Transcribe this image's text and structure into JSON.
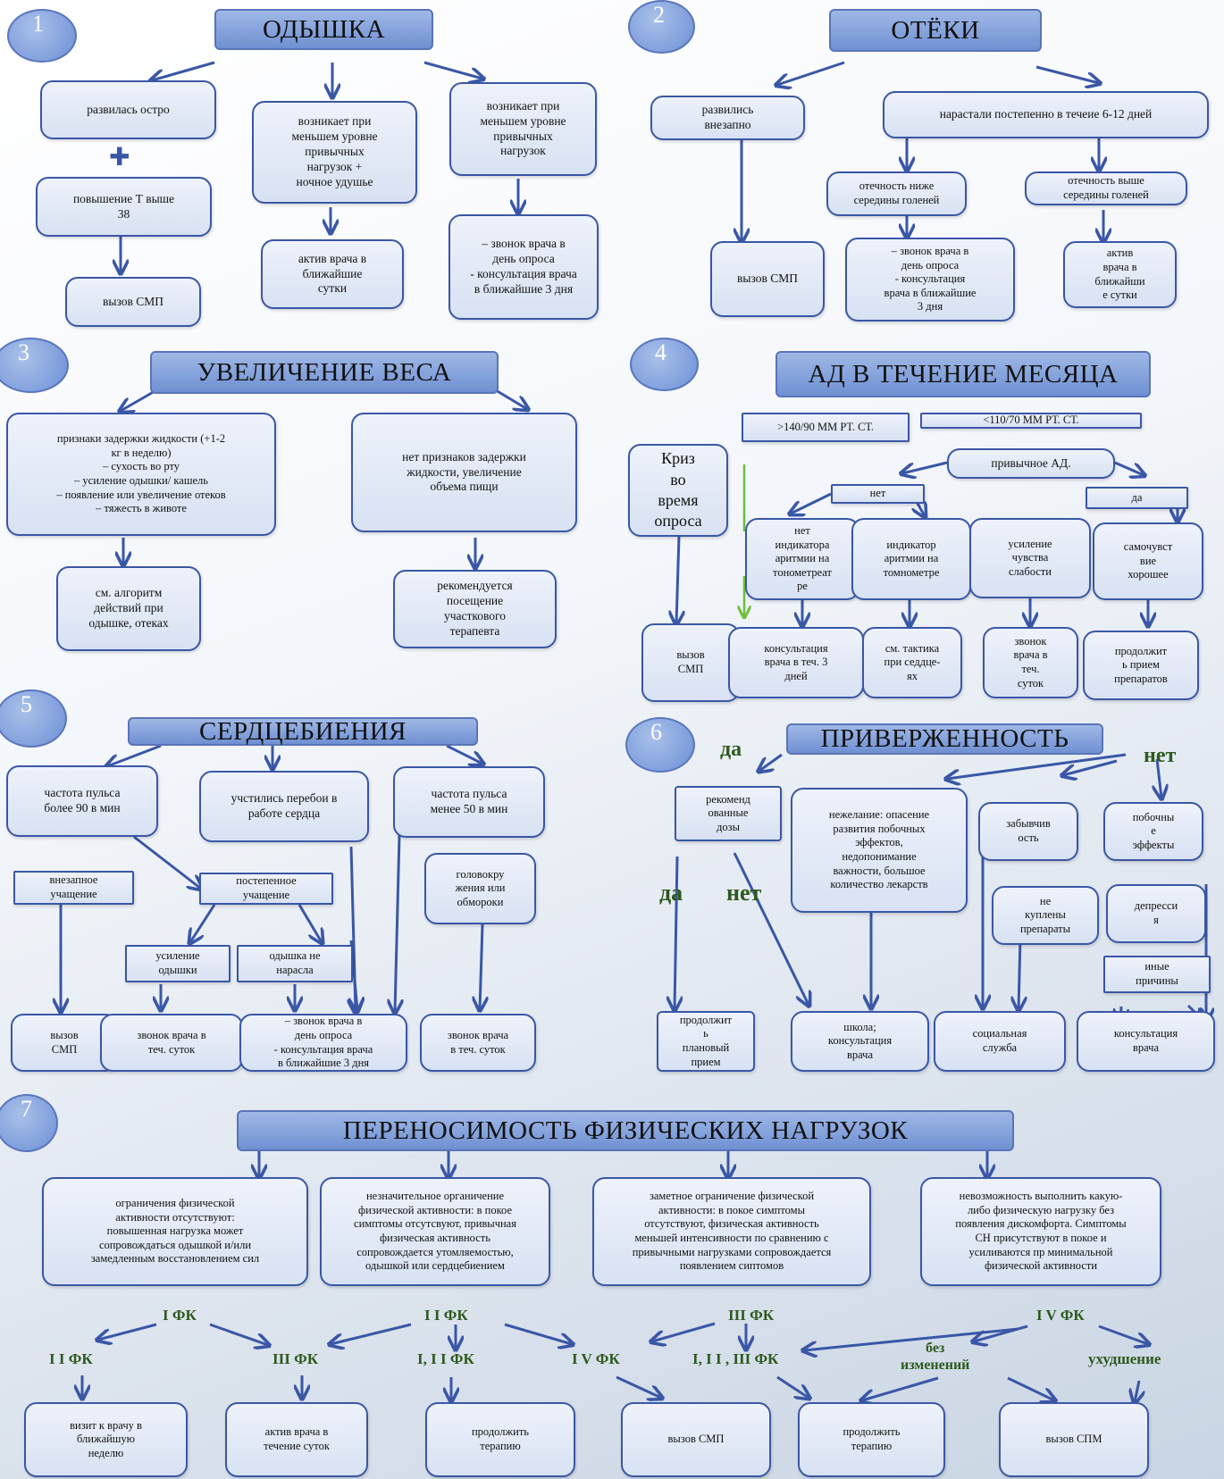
{
  "section1": {
    "number": "1",
    "title": "ОДЫШКА",
    "acute": "развилась остро",
    "fever": "повышение Т выше\n38",
    "call_smp": "вызов СМП",
    "night": "возникает при\nменьшем уровне\nпривычных\nнагрузок +\nночное удушье",
    "active": "актив врача в\nближайшие\nсутки",
    "lower": "возникает при\nменьшем уровне\nпривычных\nнагрузок",
    "call_consult": "– звонок врача в\nдень опроса\n- консультация врача\nв ближайшие 3 дня"
  },
  "section2": {
    "number": "2",
    "title": "ОТЁКИ",
    "sudden": "развились\nвнезапно",
    "call_smp": "вызов СМП",
    "gradual": "нарастали постепенно в течеие 6-12 дней",
    "below": "отечность ниже\nсередины голеней",
    "above": "отечность выше\nсередины голеней",
    "call_consult": "– звонок врача в\nдень опроса\n- консультация\nврача в ближайшие\n3 дня",
    "active": "актив\nврача в\nближайши\nе сутки"
  },
  "section3": {
    "number": "3",
    "title": "УВЕЛИЧЕНИЕ ВЕСА",
    "signs": "признаки задержки жидкости (+1-2\nкг в неделю)\n– сухость во рту\n– усиление одышки/ кашель\n– появление или увеличение отеков\n– тяжесть в животе",
    "no_signs": "нет признаков задержки\nжидкости, увеличение\nобъема пищи",
    "see_alg": "см. алгоритм\nдействий при\nодышке, отеках",
    "recommend": "рекомендуется\nпосещение\nучасткового\nтерапевта"
  },
  "section4": {
    "number": "4",
    "title": "АД В ТЕЧЕНИЕ МЕСЯЦА",
    "high": ">140/90 ММ РТ. СТ.",
    "low": "<110/70 ММ РТ. СТ.",
    "crisis": "Криз\nво\nвремя\nопроса",
    "usual": "привычное АД.",
    "no": "нет",
    "yes": "да",
    "no_indicator": "нет\nиндикатора\nаритмии на\nтонометреат\nре",
    "indicator": "индикатор\nаритмии на\nтомнометре",
    "weakness": "усиление\nчувства\nслабости",
    "wellbeing": "самочувст\nвие\nхорошее",
    "call_smp": "вызов\nСМП",
    "consult3": "консультация\nврача в теч. 3\nдней",
    "see_tactic": "см. тактика\nпри седдце-\nях",
    "call_day": "звонок\nврача в\nтеч.\nсуток",
    "continue": "продолжит\nь прием\nпрепаратов"
  },
  "section5": {
    "number": "5",
    "title": "СЕРДЦЕБИЕНИЯ",
    "pulse_high": "частота пульса\nболее 90 в мин",
    "interruptions": "учстились перебои в\nработе сердца",
    "pulse_low": "частота пульса\nменее 50 в мин",
    "sudden": "внезапное\nучащение",
    "gradual": "постепенное\nучащение",
    "dizzy": "головокру\nжения или\nобмороки",
    "dyspnea_up": "усиление\nодышки",
    "dyspnea_no": "одышка не\nнарасла",
    "call_smp": "вызов\nСМП",
    "call_day": "звонок врача в\nтеч. суток",
    "call_consult": "– звонок врача в\nдень опроса\n- консультация врача\nв ближайшие 3 дня",
    "call_day2": "звонок врача\nв теч. суток"
  },
  "section6": {
    "number": "6",
    "title": "ПРИВЕРЖЕННОСТЬ",
    "yes": "да",
    "no": "нет",
    "recommended": "рекоменд\nованные\nдозы",
    "unwilling": "нежелание: опасение\nразвития побочных\nэффектов,\nнедопонимание\nважности, большое\nколичество лекарств",
    "forgetful": "забывчив\nость",
    "side": "побочны\nе\nэффекты",
    "not_bought": "не\nкуплены\nпрепараты",
    "depression": "депресси\nя",
    "other": "иные\nпричины",
    "yes2": "да",
    "no2": "нет",
    "continue": "продолжит\nь\nплановый\nприем",
    "school": "школа;\nконсультация\nврача",
    "social": "социальная\nслужба",
    "consult": "консультация\nврача"
  },
  "section7": {
    "number": "7",
    "title": "ПЕРЕНОСИМОСТЬ ФИЗИЧЕСКИХ НАГРУЗОК",
    "fc1_desc": "ограничения физической\nактивности отсутствуют:\nповышенная нагрузка может\nсопровождаться одышкой и/или\nзамедленным восстановлением сил",
    "fc2_desc": "незначительное органичение\nфизической активности: в покое\nсимптомы отсутсвуют, привычная\nфизическая активность\nсопровождается утомляемостью,\nодышкой или сердцебиением",
    "fc3_desc": "заметное ограничение физической\nактивности: в покое симптомы\nотсутствуют, физическая активность\nменьшей интенсивности по сравнению с\nпривычными нагрузками сопровождается\nпоявлением сиптомов",
    "fc4_desc": "невозможность выполнить какую-\nлибо физическую нагрузку без\nпоявления дискомфорта. Симптомы\nСН присутствуют в покое и\nусиливаются пр минимальной\nфизической активности",
    "lbl_fc1": "I ФК",
    "lbl_fc2": "I I ФК",
    "lbl_fc3": "III ФК",
    "lbl_fc4": "I V ФК",
    "lbl_ii": "I I ФК",
    "lbl_iii": "III ФК",
    "lbl_i_iii": "I, I I ФК",
    "lbl_iv": "I V ФК",
    "lbl_i_ii_iii": "I, I I , III ФК",
    "lbl_nochange": "без\nизменений",
    "lbl_worse": "ухудшение",
    "visit": "визит к врачу в\nближайшую\nнеделю",
    "active": "актив врача в\nтечение суток",
    "continue1": "продолжить\nтерапию",
    "call_smp": "вызов СМП",
    "continue2": "продолжить\nтерапию",
    "call_spm": "вызов СПМ"
  },
  "colors": {
    "arrow": "#3a57a6",
    "green_arrow": "#6fbf3a",
    "title_fill": "#7f9edc",
    "label_green": "#2e5a1e"
  }
}
